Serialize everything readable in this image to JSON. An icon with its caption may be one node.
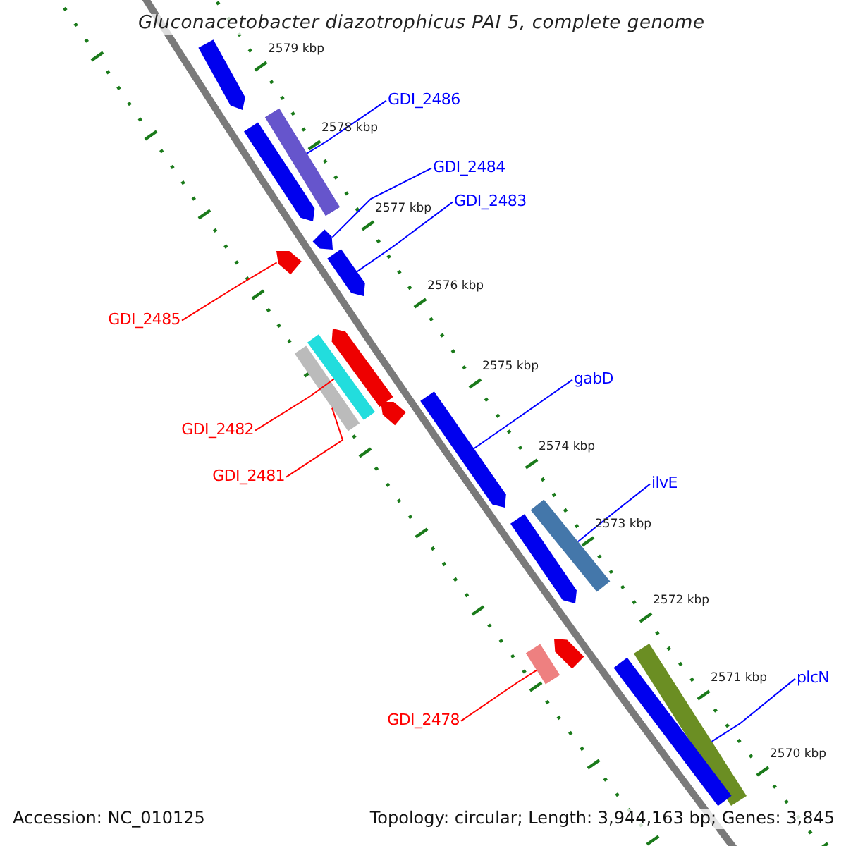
{
  "diagram": {
    "title": "Gluconacetobacter diazotrophicus PAI 5, complete genome",
    "nodes": [
      {
        "text": [
          "GDI_2486"
        ]
      },
      {
        "text": [
          "GDI_2484"
        ]
      },
      {
        "text": [
          "GDI_2483"
        ]
      },
      {
        "text": [
          "GDI_2485"
        ]
      },
      {
        "text": [
          "gabD"
        ]
      },
      {
        "text": [
          "GDI_2482"
        ]
      },
      {
        "text": [
          "GDI_2481"
        ]
      },
      {
        "text": [
          "ilvE"
        ]
      },
      {
        "text": [
          "GDI_2478"
        ]
      },
      {
        "text": [
          "plcN"
        ]
      },
      {
        "text": [],
        "shape": "bar"
      },
      {
        "text": [],
        "shape": "bar"
      },
      {
        "text": [],
        "shape": "bar"
      },
      {
        "text": [],
        "shape": "bar"
      },
      {
        "text": [],
        "shape": "bar"
      },
      {
        "text": [],
        "shape": "bar"
      },
      {
        "text": [],
        "shape": "bar"
      },
      {
        "text": [],
        "shape": "bar"
      },
      {
        "text": [],
        "shape": "bar"
      },
      {
        "text": [],
        "shape": "bar"
      },
      {
        "text": [],
        "shape": "bar"
      },
      {
        "text": [],
        "shape": "bar"
      },
      {
        "text": [],
        "shape": "bar"
      },
      {
        "text": [],
        "shape": "bar"
      },
      {
        "text": [],
        "shape": "bar"
      },
      {
        "text": [],
        "shape": "bar"
      },
      {
        "text": [],
        "shape": "bar"
      }
    ],
    "edges": [
      {
        "from": 0,
        "to": 10,
        "arrow": "none"
      },
      {
        "from": 1,
        "to": 11,
        "arrow": "none"
      },
      {
        "from": 2,
        "to": 12,
        "arrow": "none"
      },
      {
        "from": 3,
        "to": 13,
        "arrow": "none",
        "color": "#ff0000"
      },
      {
        "from": 4,
        "to": 14,
        "arrow": "none"
      },
      {
        "from": 5,
        "to": 15,
        "arrow": "none",
        "color": "#ff0000"
      },
      {
        "from": 6,
        "to": 16,
        "arrow": "none",
        "color": "#ff0000"
      },
      {
        "from": 7,
        "to": 17,
        "arrow": "none"
      },
      {
        "from": 8,
        "to": 18,
        "arrow": "none",
        "color": "#ff0000"
      },
      {
        "from": 9,
        "to": 19,
        "arrow": "none"
      }
    ],
    "labels": [
      "2579 kbp",
      "2578 kbp",
      "2577 kbp",
      "2576 kbp",
      "2575 kbp",
      "2574 kbp",
      "2573 kbp",
      "2572 kbp",
      "2571 kbp",
      "2570 kbp",
      "Accession: NC_010125",
      "Topology: circular; Length: 3,944,163 bp; Genes: 3,845"
    ]
  }
}
